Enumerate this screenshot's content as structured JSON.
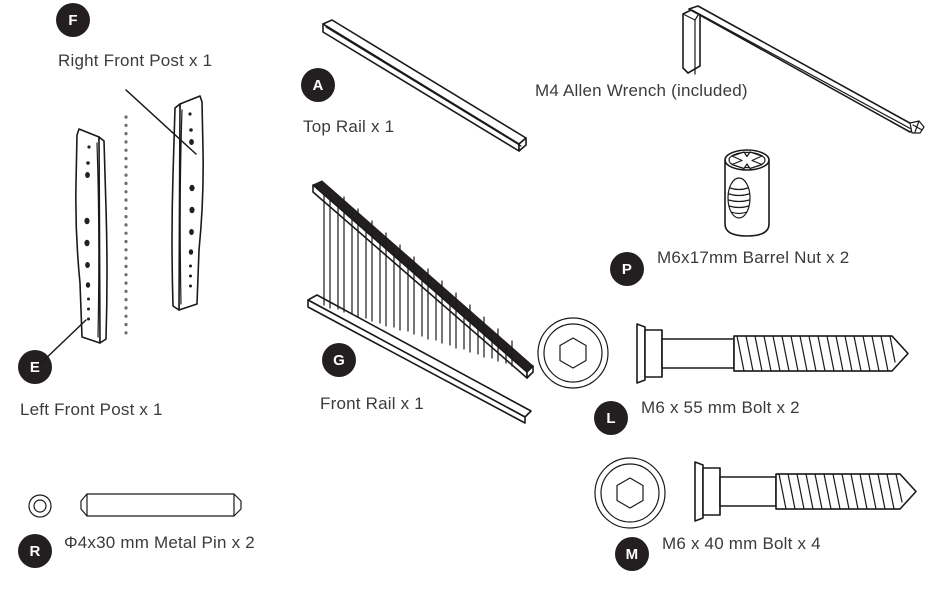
{
  "document": {
    "type": "assembly-parts-list",
    "background_color": "#ffffff",
    "badge_color": "#231f20",
    "text_color": "#3b3b3d",
    "line_color": "#1a1a1a"
  },
  "parts": [
    {
      "key": "right_front_post",
      "badge": "F",
      "label": "Right Front Post x 1",
      "quantity": 1,
      "icon": "post-right-icon"
    },
    {
      "key": "left_front_post",
      "badge": "E",
      "label": "Left Front Post x 1",
      "quantity": 1,
      "icon": "post-left-icon"
    },
    {
      "key": "top_rail",
      "badge": "A",
      "label": "Top Rail x 1",
      "quantity": 1,
      "icon": "top-rail-icon"
    },
    {
      "key": "front_rail",
      "badge": "G",
      "label": "Front Rail x 1",
      "quantity": 1,
      "icon": "front-rail-icon"
    },
    {
      "key": "allen_wrench",
      "badge": "",
      "label": "M4 Allen Wrench (included)",
      "quantity": 1,
      "icon": "allen-wrench-icon"
    },
    {
      "key": "barrel_nut",
      "badge": "P",
      "label": "M6x17mm Barrel Nut x 2",
      "quantity": 2,
      "icon": "barrel-nut-icon"
    },
    {
      "key": "bolt_55",
      "badge": "L",
      "label": "M6 x 55 mm Bolt x 2",
      "quantity": 2,
      "icon": "bolt-icon"
    },
    {
      "key": "bolt_40",
      "badge": "M",
      "label": "M6 x 40 mm Bolt x 4",
      "quantity": 4,
      "icon": "bolt-icon"
    },
    {
      "key": "metal_pin",
      "badge": "R",
      "label": "Φ4x30 mm Metal Pin x 2",
      "quantity": 2,
      "icon": "metal-pin-icon"
    }
  ]
}
